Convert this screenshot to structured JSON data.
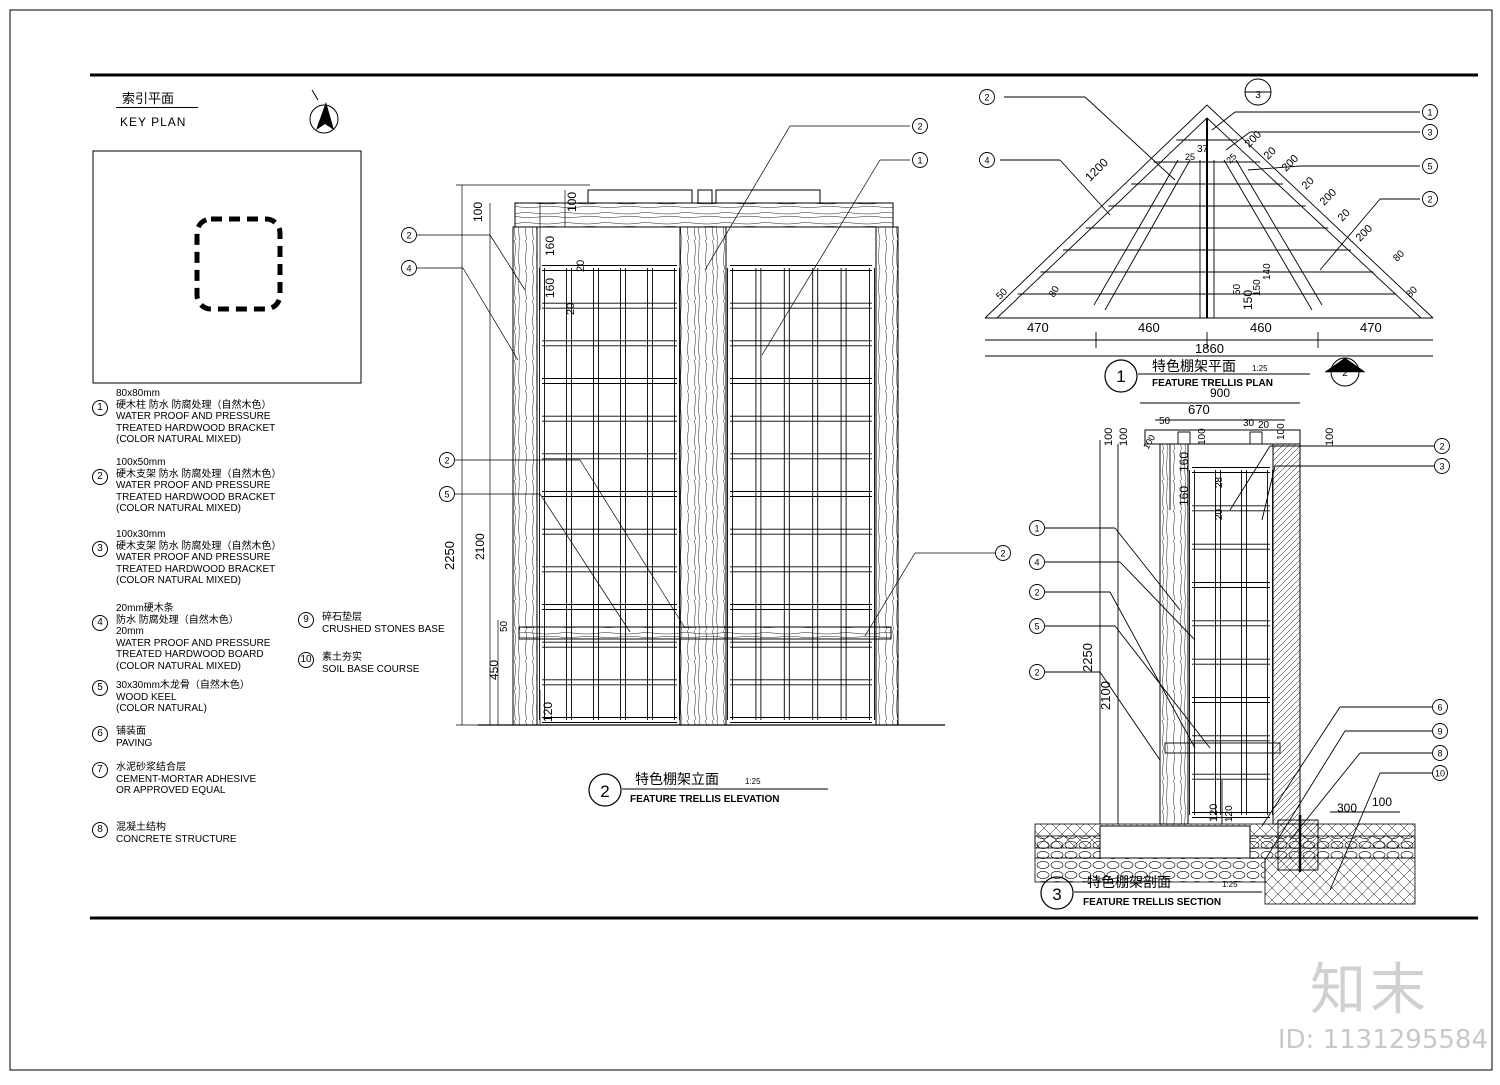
{
  "key_plan": {
    "title_cn": "索引平面",
    "title_en": "KEY PLAN"
  },
  "legend": [
    {
      "num": "1",
      "lines": [
        "80x80mm",
        "硬木柱 防水 防腐处理（自然木色）",
        "WATER PROOF AND PRESSURE",
        "TREATED HARDWOOD BRACKET",
        "(COLOR NATURAL MIXED)"
      ]
    },
    {
      "num": "2",
      "lines": [
        "100x50mm",
        "硬木支架 防水 防腐处理（自然木色）",
        "WATER PROOF AND PRESSURE",
        "TREATED HARDWOOD BRACKET",
        "(COLOR NATURAL MIXED)"
      ]
    },
    {
      "num": "3",
      "lines": [
        "100x30mm",
        "硬木支架 防水 防腐处理（自然木色）",
        "WATER PROOF AND PRESSURE",
        "TREATED HARDWOOD BRACKET",
        "(COLOR NATURAL MIXED)"
      ]
    },
    {
      "num": "4",
      "lines": [
        "20mm硬木条",
        "防水 防腐处理（自然木色）",
        "20mm",
        "WATER PROOF AND PRESSURE",
        "TREATED HARDWOOD BOARD",
        "(COLOR NATURAL MIXED)"
      ]
    },
    {
      "num": "5",
      "lines": [
        "30x30mm木龙骨（自然木色）",
        "WOOD KEEL",
        "(COLOR NATURAL)"
      ]
    },
    {
      "num": "6",
      "lines": [
        "铺装面",
        "PAVING"
      ]
    },
    {
      "num": "7",
      "lines": [
        "水泥砂浆结合层",
        "CEMENT-MORTAR ADHESIVE",
        "OR APPROVED EQUAL"
      ]
    },
    {
      "num": "8",
      "lines": [
        "混凝土结构",
        "CONCRETE STRUCTURE"
      ]
    },
    {
      "num": "9",
      "lines": [
        "碎石垫层",
        "CRUSHED STONES BASE"
      ]
    },
    {
      "num": "10",
      "lines": [
        "素土夯实",
        "SOIL BASE COURSE"
      ]
    }
  ],
  "plan_view": {
    "num": "1",
    "title_cn": "特色棚架平面",
    "scale": "1:25",
    "title_en": "FEATURE TRELLIS PLAN",
    "dims": [
      "470",
      "460",
      "460",
      "470",
      "1860",
      "1200",
      "200",
      "20",
      "200",
      "20",
      "200",
      "20",
      "200",
      "80",
      "150",
      "80",
      "50",
      "140",
      "150",
      "50",
      "37",
      "25",
      "25",
      "80"
    ],
    "callouts": [
      "2",
      "4",
      "1",
      "3",
      "5",
      "2"
    ],
    "section_mark": "3",
    "section_mark_2": "2"
  },
  "elevation_view": {
    "num": "2",
    "title_cn": "特色棚架立面",
    "scale": "1:25",
    "title_en": "FEATURE TRELLIS ELEVATION",
    "dims": [
      "100",
      "100",
      "160",
      "20",
      "160",
      "20",
      "2250",
      "2100",
      "50",
      "450",
      "120"
    ],
    "callouts": [
      "2",
      "4",
      "2",
      "1",
      "2",
      "5",
      "2"
    ]
  },
  "section_view": {
    "num": "3",
    "title_cn": "特色棚架剖面",
    "scale": "1:25",
    "title_en": "FEATURE TRELLIS SECTION",
    "dims": [
      "900",
      "670",
      "50",
      "30",
      "20",
      "100",
      "100",
      "100",
      "100",
      "100",
      "160",
      "28",
      "160",
      "20",
      "120",
      "100",
      "2250",
      "2100",
      "300",
      "100",
      "120"
    ],
    "callouts": [
      "2",
      "3",
      "1",
      "4",
      "2",
      "5",
      "2",
      "6",
      "9",
      "8",
      "10"
    ]
  },
  "watermark": {
    "logo": "知末",
    "id": "ID: 1131295584"
  }
}
